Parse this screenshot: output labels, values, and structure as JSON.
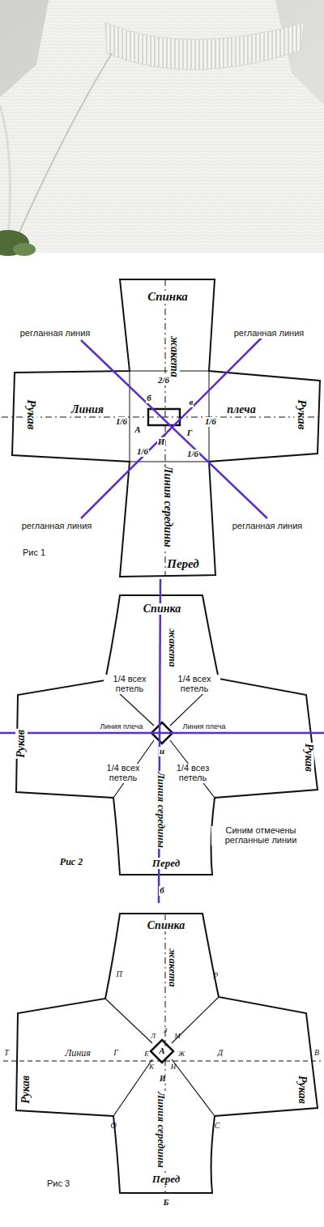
{
  "diagram": {
    "labels": [
      "Спинка",
      "регланная линия",
      "регланная линия",
      "жакета",
      "2/6",
      "б",
      "в",
      "Рукав",
      "Линия",
      "1/6",
      "А",
      "Г",
      "1/6",
      "плеча",
      "Рукав",
      "И",
      "1/6",
      "1/6",
      "Линия середины",
      "регланная линия",
      "регланная линия",
      "Рис 1",
      "Перед",
      "Спинка",
      "жакета",
      "1/4 всех петель",
      "1/4 всех петель",
      "Рукав",
      "Линия плеча",
      "Линия плеча",
      "Рукав",
      "1/4 всех петель",
      "1/4 всез петель",
      "и",
      "Линия середины",
      "Синим отмечены регланные линии",
      "Рис 2",
      "Перед",
      "б",
      "Спинка",
      "жакета",
      "П",
      "Р",
      "З",
      "Л",
      "М",
      "Т",
      "Линия",
      "Г",
      "Е",
      "А",
      "Ж",
      "Д",
      "В",
      "Рукав",
      "Рукав",
      "К",
      "Н",
      "И",
      "О",
      "С",
      "Линия середины",
      "Рис 3",
      "Перед",
      "Б"
    ]
  }
}
